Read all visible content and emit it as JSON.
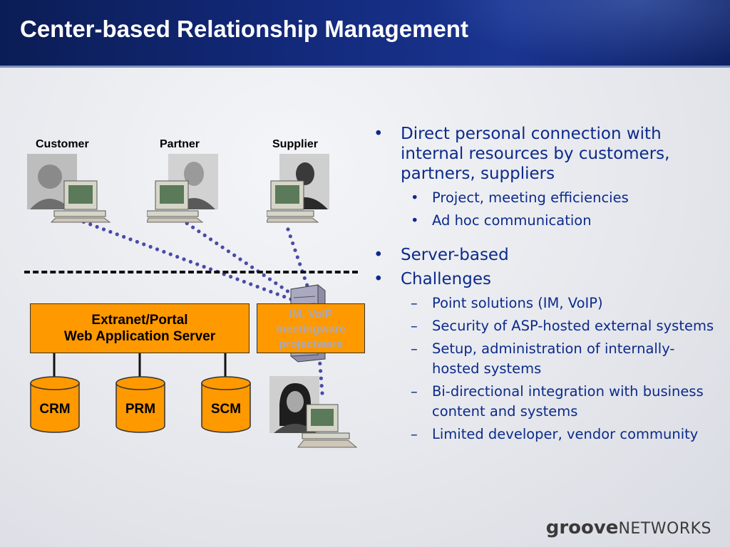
{
  "slide": {
    "title": "Center-based Relationship Management"
  },
  "diagram": {
    "people": [
      {
        "label": "Customer"
      },
      {
        "label": "Partner"
      },
      {
        "label": "Supplier"
      }
    ],
    "portal_box": {
      "line1": "Extranet/Portal",
      "line2": "Web Application Server"
    },
    "server_box": {
      "line1": "IM, VoIP",
      "line2": "meetingware",
      "line3": "projectware"
    },
    "databases": [
      "CRM",
      "PRM",
      "SCM"
    ],
    "colors": {
      "box_fill": "#ff9900",
      "connector": "#4a4aa8",
      "bullet_text": "#0c2a8a"
    }
  },
  "bullets": {
    "item1": "Direct personal connection with internal resources by customers, partners, suppliers",
    "item1_subs": [
      "Project, meeting efficiencies",
      "Ad hoc communication"
    ],
    "item2": "Server-based",
    "item3": "Challenges",
    "item3_subs": [
      "Point solutions (IM, VoIP)",
      "Security of ASP-hosted external systems",
      "Setup, administration of internally-hosted systems",
      "Bi-directional integration with business content and systems",
      "Limited developer, vendor community"
    ],
    "bullet_marker": "•",
    "dash_marker": "–"
  },
  "logo": {
    "bold": "groove",
    "rest": "NETWORKS"
  }
}
